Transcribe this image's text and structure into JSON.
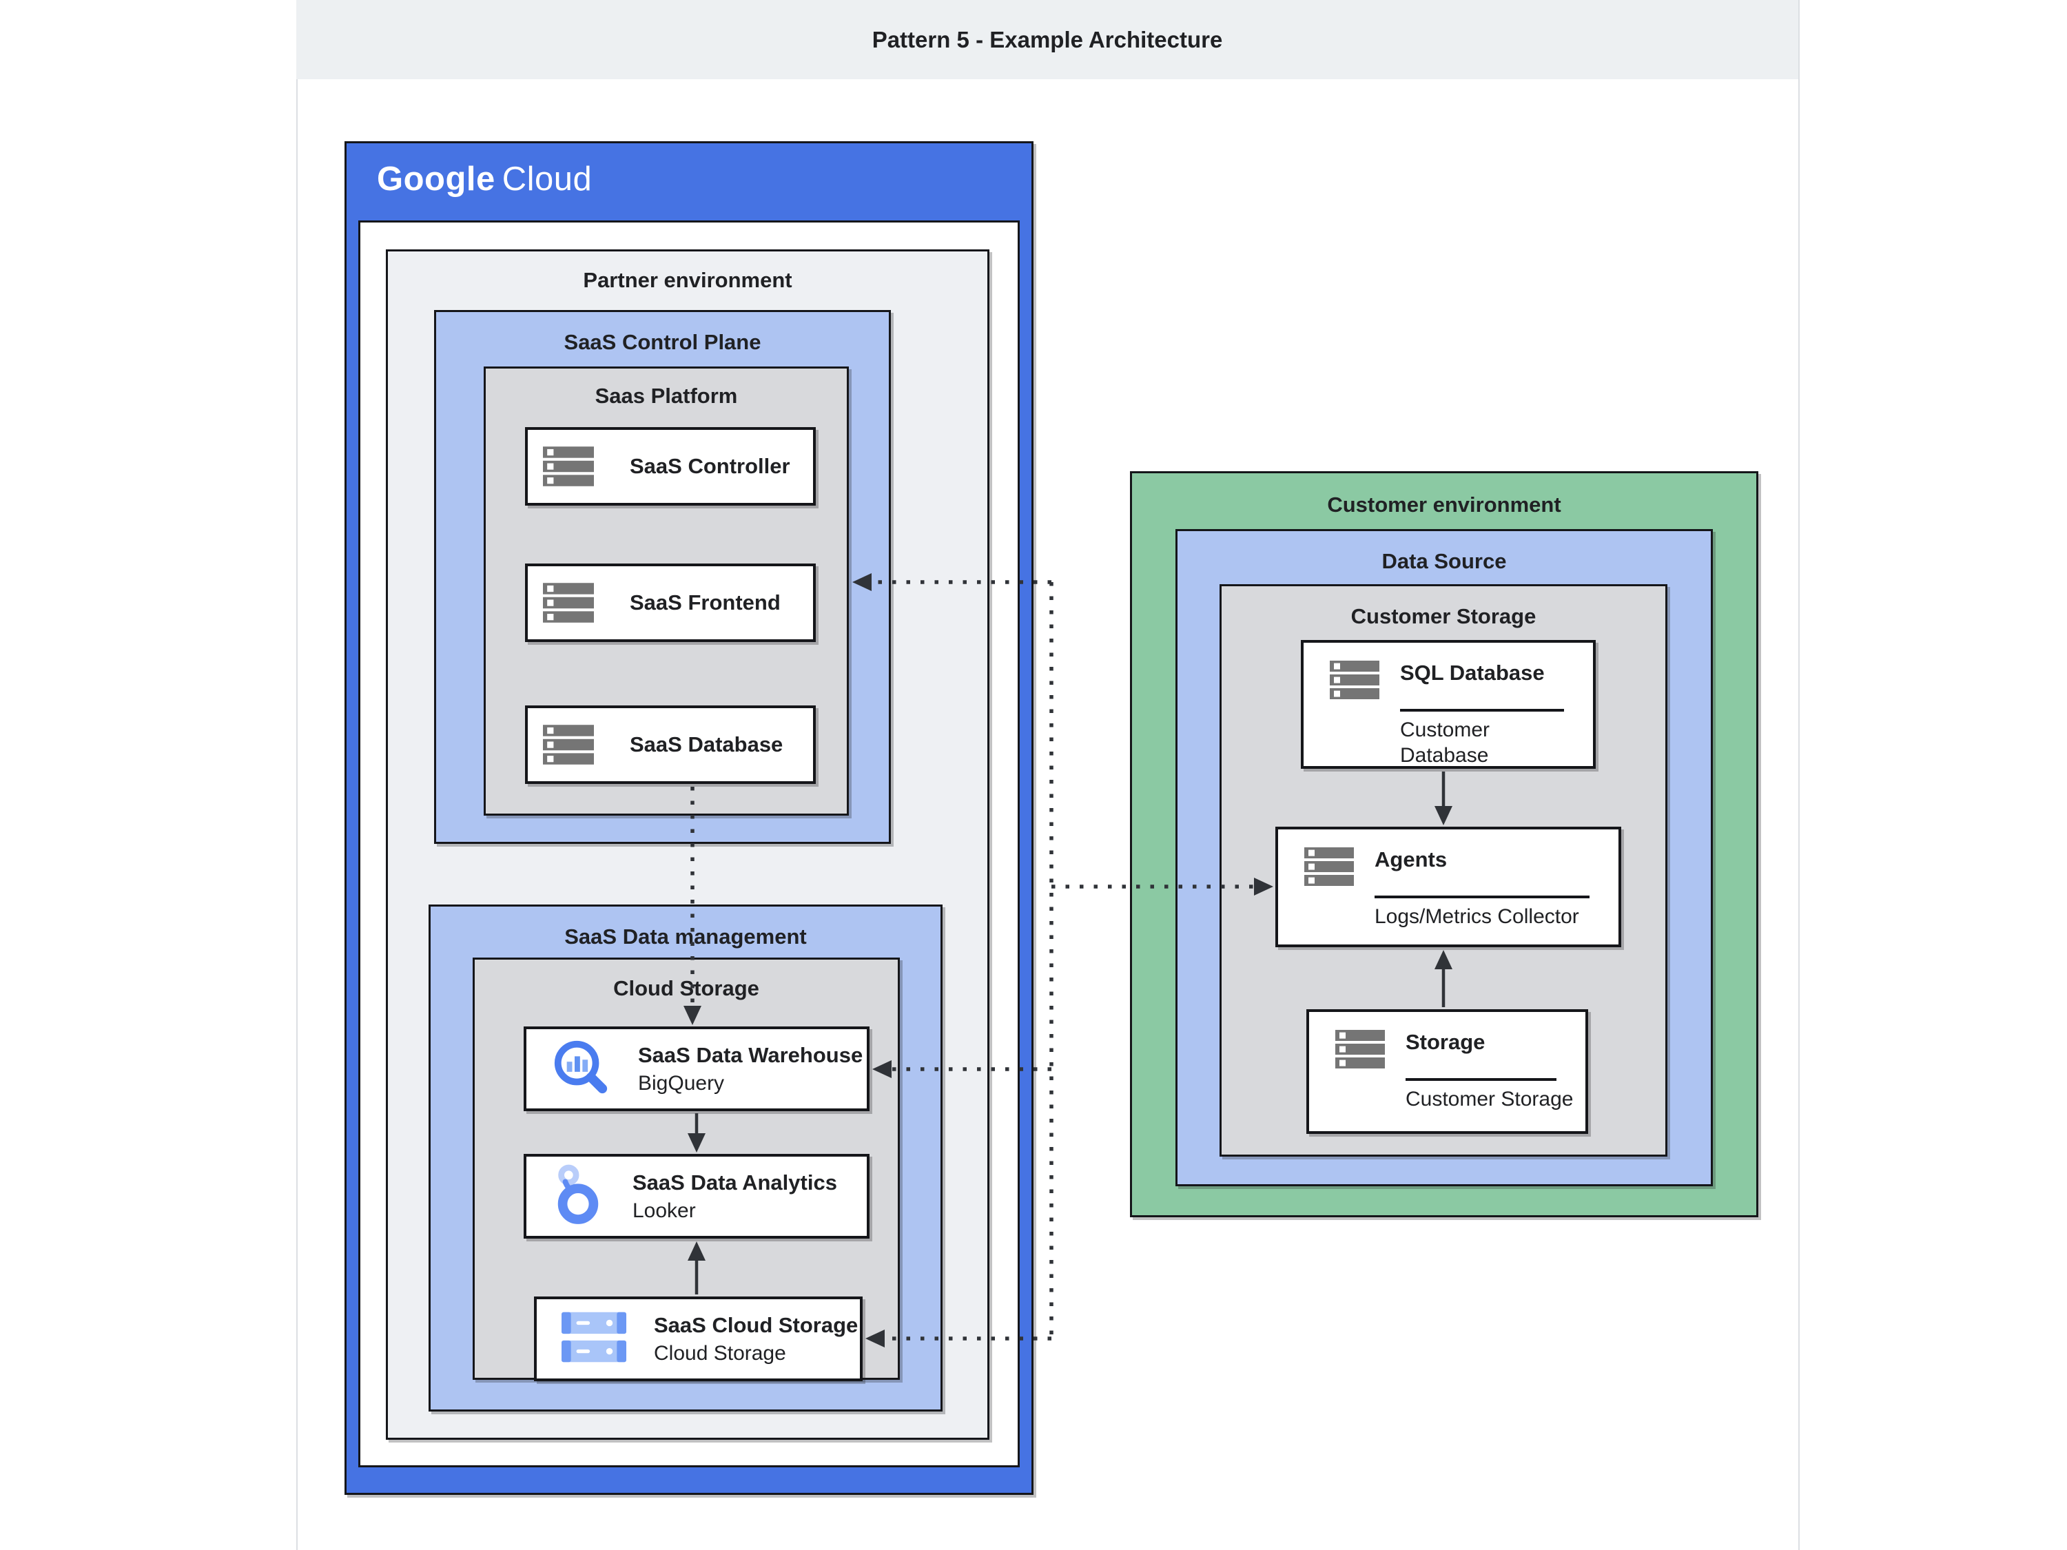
{
  "page": {
    "title": "Pattern 5 - Example Architecture"
  },
  "brand": {
    "google": "Google",
    "cloud": "Cloud"
  },
  "colors": {
    "google_blue": "#4673E3",
    "periwinkle": "#AEC4F2",
    "panel_gray": "#D8D9DC",
    "panel_light_gray": "#EEF0F3",
    "green": "#8BC9A3",
    "header_band": "#EDF0F2",
    "icon_gray": "#757575",
    "accent_blue": "#4A7CEF",
    "connector": "#303338"
  },
  "partner_environment": {
    "label": "Partner environment",
    "saas_control_plane": {
      "label": "SaaS Control Plane",
      "saas_platform": {
        "label": "Saas Platform",
        "components": {
          "controller": {
            "label": "SaaS Controller",
            "icon": "server-icon"
          },
          "frontend": {
            "label": "SaaS Frontend",
            "icon": "server-icon"
          },
          "database": {
            "label": "SaaS Database",
            "icon": "server-icon"
          }
        }
      }
    },
    "saas_data_management": {
      "label": "SaaS Data management",
      "cloud_storage_group": {
        "label": "Cloud Storage",
        "components": {
          "data_warehouse": {
            "title": "SaaS Data Warehouse",
            "subtitle": "BigQuery",
            "icon": "bigquery-icon"
          },
          "data_analytics": {
            "title": "SaaS Data Analytics",
            "subtitle": "Looker",
            "icon": "looker-icon"
          },
          "cloud_storage": {
            "title": "SaaS Cloud Storage",
            "subtitle": "Cloud Storage",
            "icon": "cloud-storage-icon"
          }
        }
      }
    }
  },
  "customer_environment": {
    "label": "Customer environment",
    "data_source": {
      "label": "Data Source",
      "customer_storage_group": {
        "label": "Customer Storage",
        "components": {
          "sql_database": {
            "title": "SQL Database",
            "subtitle_line1": "Customer",
            "subtitle_line2": "Database",
            "icon": "server-icon"
          },
          "agents": {
            "title": "Agents",
            "subtitle": "Logs/Metrics Collector",
            "icon": "server-icon"
          },
          "storage": {
            "title": "Storage",
            "subtitle": "Customer Storage",
            "icon": "server-icon"
          }
        }
      }
    }
  }
}
